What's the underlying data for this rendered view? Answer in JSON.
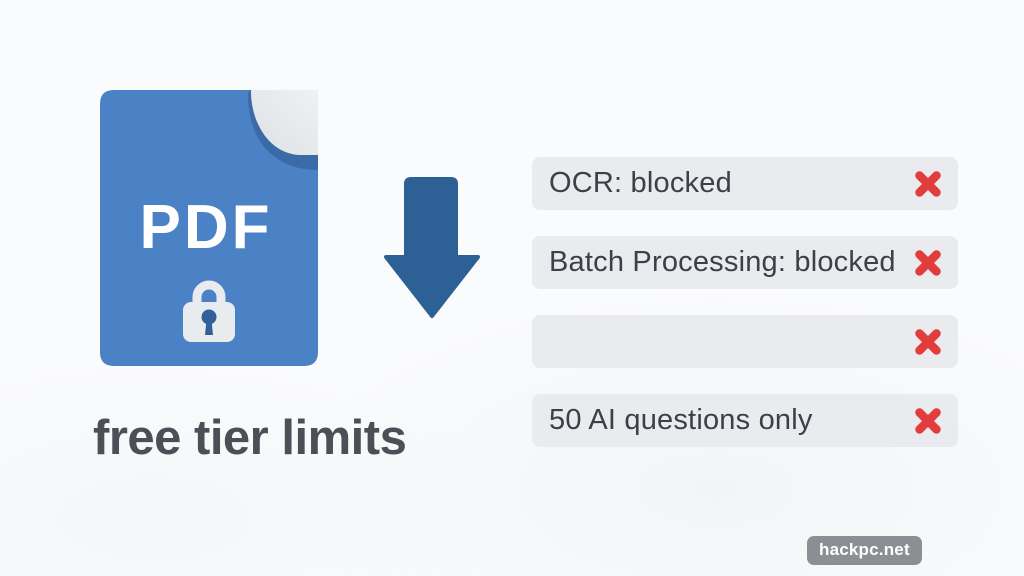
{
  "title": "free tier limits",
  "pdf_icon": {
    "label": "PDF",
    "badge": "lock-icon"
  },
  "limits": [
    {
      "label": "OCR: blocked",
      "status": "blocked",
      "icon": "x-icon"
    },
    {
      "label": "Batch Processing: blocked",
      "status": "blocked",
      "icon": "x-icon"
    },
    {
      "label": "",
      "status": "blocked",
      "icon": "x-icon"
    },
    {
      "label": "50 AI questions only",
      "status": "blocked",
      "icon": "x-icon"
    }
  ],
  "watermark": {
    "label": "hackpc.net"
  },
  "colors": {
    "doc_blue": "#4a82c5",
    "fold_shadow_blue": "#3a6ba6",
    "fold_gray": "#e8eaed",
    "arrow_blue": "#2d6095",
    "row_bg": "#e9ebee",
    "row_text": "#3c4147",
    "cross_red": "#e23c3c",
    "title_text": "#4a5056",
    "watermark_bg": "#8b8f94",
    "watermark_text": "#ffffff",
    "pdf_text": "#ffffff",
    "lock_gray": "#e9ecef",
    "keyhole_blue": "#31609a"
  }
}
